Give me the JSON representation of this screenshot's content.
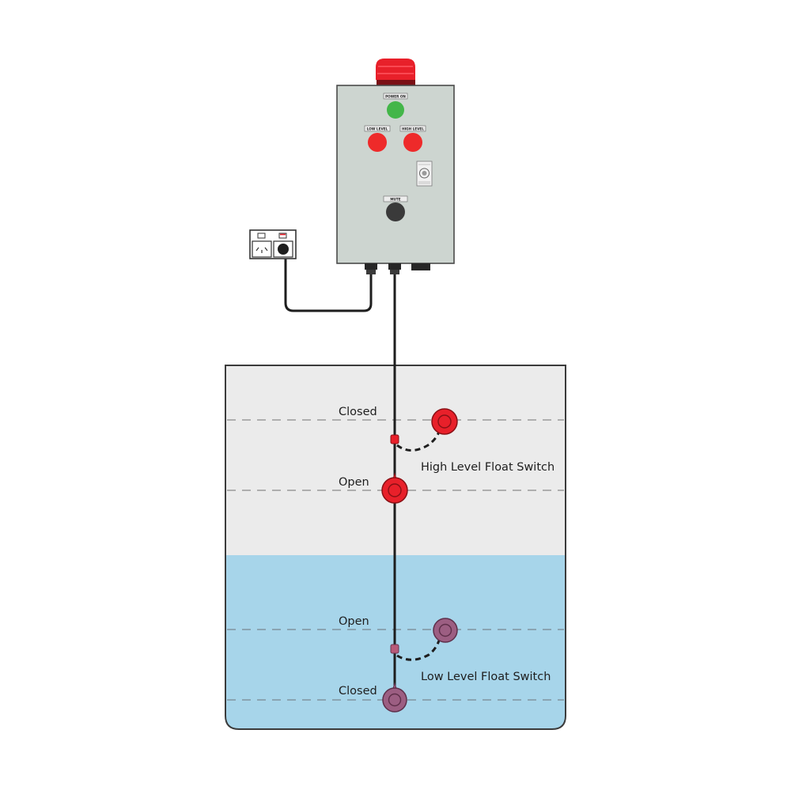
{
  "control_panel": {
    "power_on_label": "POWER ON",
    "low_level_label": "LOW LEVEL",
    "high_level_label": "HIGH LEVEL",
    "mute_label": "MUTE"
  },
  "tank": {
    "high_closed_label": "Closed",
    "high_open_label": "Open",
    "high_switch_label": "High Level Float Switch",
    "low_open_label": "Open",
    "low_closed_label": "Closed",
    "low_switch_label": "Low Level Float Switch"
  },
  "colors": {
    "panel": "#cdd5d0",
    "panel_border": "#4a4a4a",
    "beacon": "#e8202a",
    "power_light": "#43b649",
    "alarm_light": "#ee2a2a",
    "mute_button": "#3a3a3a",
    "air": "#ebebeb",
    "water": "#a7d5ea",
    "float_red": "#e8202a",
    "float_submerged": "#9c5e82",
    "cable": "#1e1e1e",
    "dash": "#9a9a9a"
  }
}
